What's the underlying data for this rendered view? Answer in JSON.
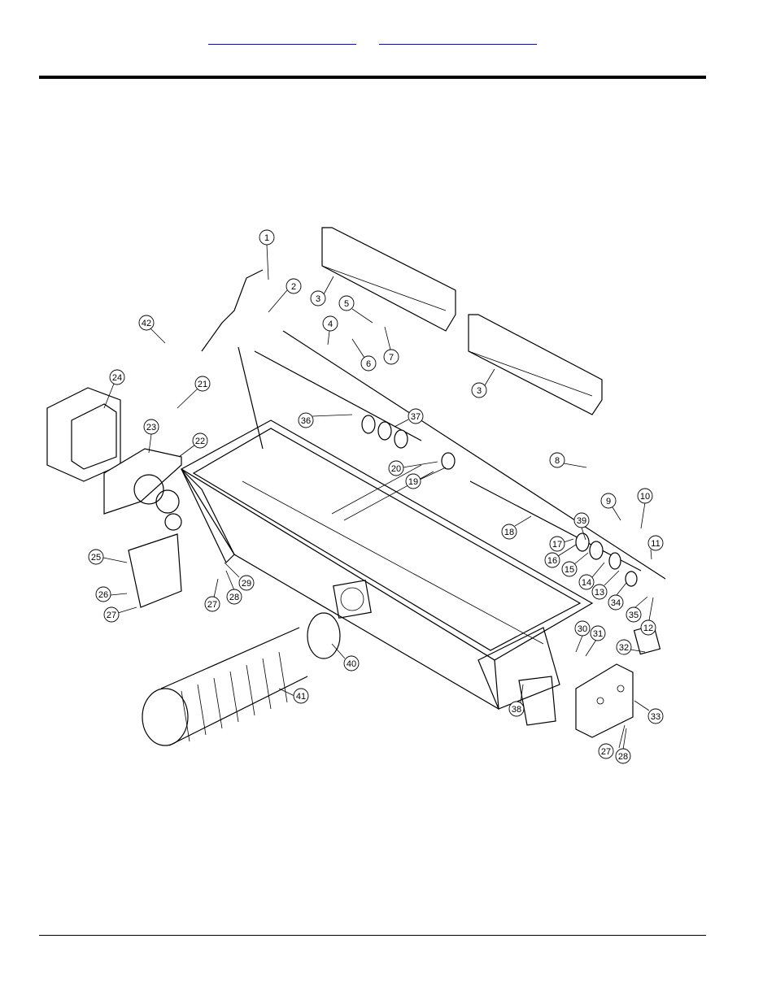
{
  "header": {
    "link_primary": "",
    "link_secondary": ""
  },
  "diagram": {
    "callouts": [
      "1",
      "2",
      "3",
      "3",
      "4",
      "5",
      "6",
      "7",
      "8",
      "9",
      "10",
      "11",
      "12",
      "13",
      "14",
      "15",
      "16",
      "17",
      "18",
      "19",
      "20",
      "21",
      "22",
      "23",
      "24",
      "25",
      "26",
      "27",
      "27",
      "28",
      "28",
      "29",
      "30",
      "31",
      "32",
      "33",
      "34",
      "35",
      "36",
      "37",
      "38",
      "39",
      "40",
      "41",
      "42"
    ]
  }
}
